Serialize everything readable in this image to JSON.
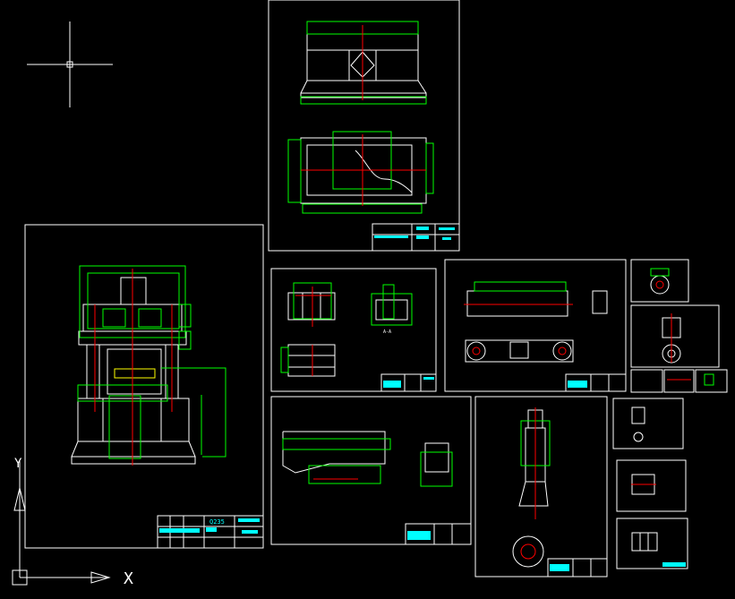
{
  "app": {
    "background_color": "#000000",
    "sheet_border_color": "#ffffff",
    "dimension_color": "#00ff00",
    "centerline_color": "#ff0000",
    "title_text_color": "#00ffff"
  },
  "main_sheet": {
    "material": "Q235"
  },
  "section_sheet": {
    "section_label": "A-A"
  },
  "ucs_icon": {
    "x_label": "X",
    "y_label": "Y"
  },
  "cursor": {
    "icon": "crosshair-icon"
  }
}
